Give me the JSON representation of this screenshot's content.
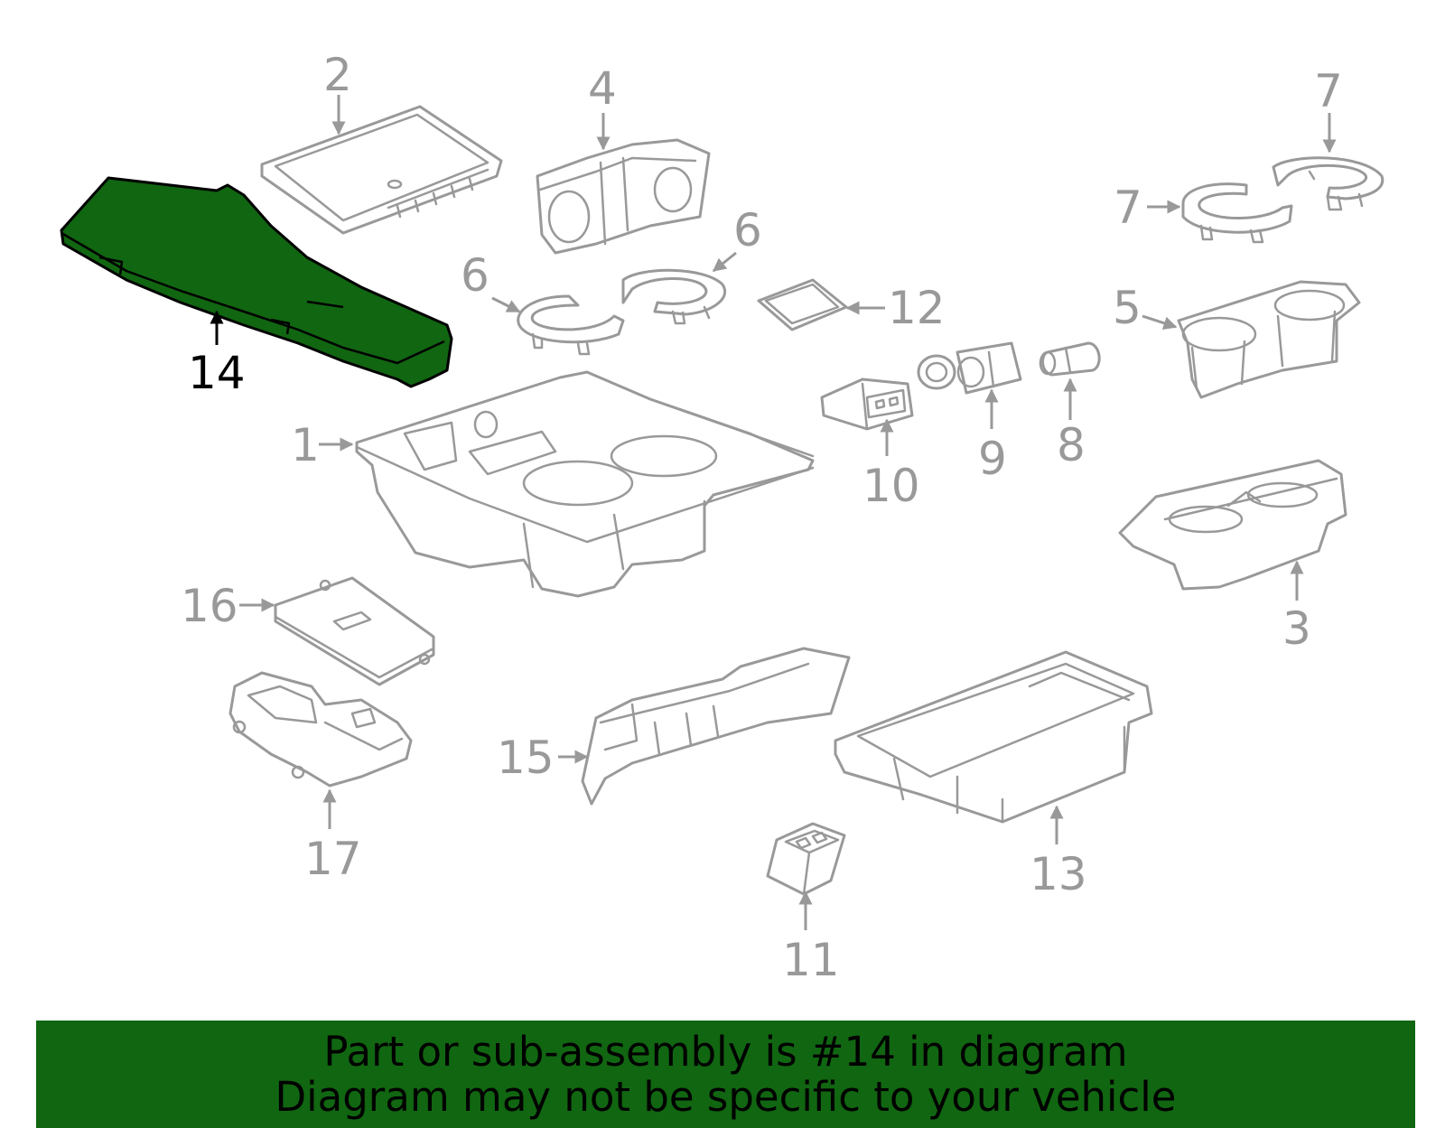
{
  "highlight_color": "#116611",
  "line_color": "#999999",
  "callouts": {
    "c1": "1",
    "c2": "2",
    "c3": "3",
    "c4": "4",
    "c5": "5",
    "c6a": "6",
    "c6b": "6",
    "c7a": "7",
    "c7b": "7",
    "c8": "8",
    "c9": "9",
    "c10": "10",
    "c11": "11",
    "c12": "12",
    "c13": "13",
    "c14": "14",
    "c15": "15",
    "c16": "16",
    "c17": "17"
  },
  "banner": {
    "line1": "Part or sub-assembly is #14 in diagram",
    "line2": "Diagram may not be specific to your vehicle"
  }
}
